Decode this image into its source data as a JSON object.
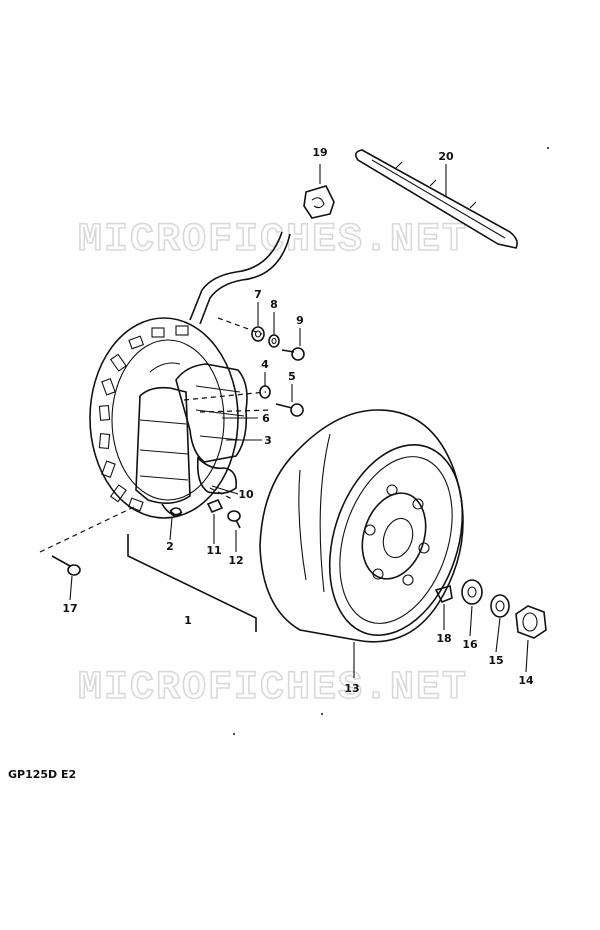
{
  "watermark": "MICROFICHES.NET",
  "model_code": "GP125D E2",
  "callouts": [
    {
      "id": "1",
      "text": "1"
    },
    {
      "id": "2",
      "text": "2"
    },
    {
      "id": "3",
      "text": "3"
    },
    {
      "id": "4",
      "text": "4"
    },
    {
      "id": "5",
      "text": "5"
    },
    {
      "id": "6",
      "text": "6"
    },
    {
      "id": "7",
      "text": "7"
    },
    {
      "id": "8",
      "text": "8"
    },
    {
      "id": "9",
      "text": "9"
    },
    {
      "id": "10",
      "text": "10"
    },
    {
      "id": "11",
      "text": "11"
    },
    {
      "id": "12",
      "text": "12"
    },
    {
      "id": "13",
      "text": "13"
    },
    {
      "id": "14",
      "text": "14"
    },
    {
      "id": "15",
      "text": "15"
    },
    {
      "id": "16",
      "text": "16"
    },
    {
      "id": "17",
      "text": "17"
    },
    {
      "id": "18",
      "text": "18"
    },
    {
      "id": "19",
      "text": "19"
    },
    {
      "id": "20",
      "text": "20"
    }
  ]
}
